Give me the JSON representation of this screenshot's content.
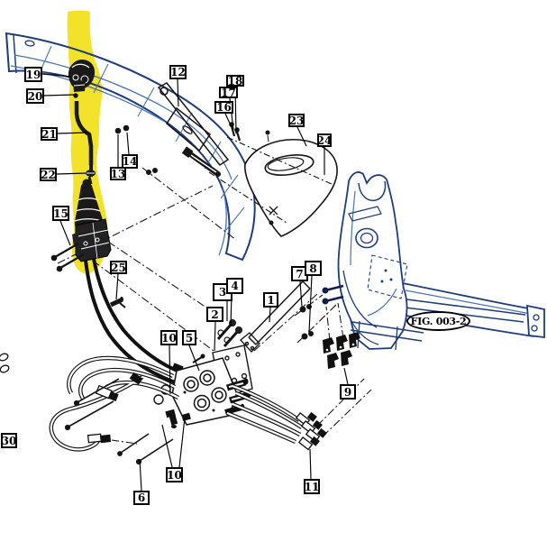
{
  "figure_ref": {
    "label": "FIG. 003-2"
  },
  "colors": {
    "highlight_yellow": "#F2E32A",
    "frame_blue_dark": "#1D3D7E",
    "frame_blue_mid": "#4A74B4",
    "part_black": "#151515"
  },
  "callouts": [
    {
      "label": "19"
    },
    {
      "label": "20"
    },
    {
      "label": "21"
    },
    {
      "label": "22"
    },
    {
      "label": "15"
    },
    {
      "label": "13"
    },
    {
      "label": "14"
    },
    {
      "label": "25"
    },
    {
      "label": "12"
    },
    {
      "label": "16"
    },
    {
      "label": "17"
    },
    {
      "label": "18"
    },
    {
      "label": "23"
    },
    {
      "label": "24"
    },
    {
      "label": "1"
    },
    {
      "label": "2"
    },
    {
      "label": "3"
    },
    {
      "label": "4"
    },
    {
      "label": "7"
    },
    {
      "label": "8"
    },
    {
      "label": "5"
    },
    {
      "label": "10"
    },
    {
      "label": "10"
    },
    {
      "label": "6"
    },
    {
      "label": "11"
    },
    {
      "label": "9"
    },
    {
      "label": "30"
    }
  ]
}
